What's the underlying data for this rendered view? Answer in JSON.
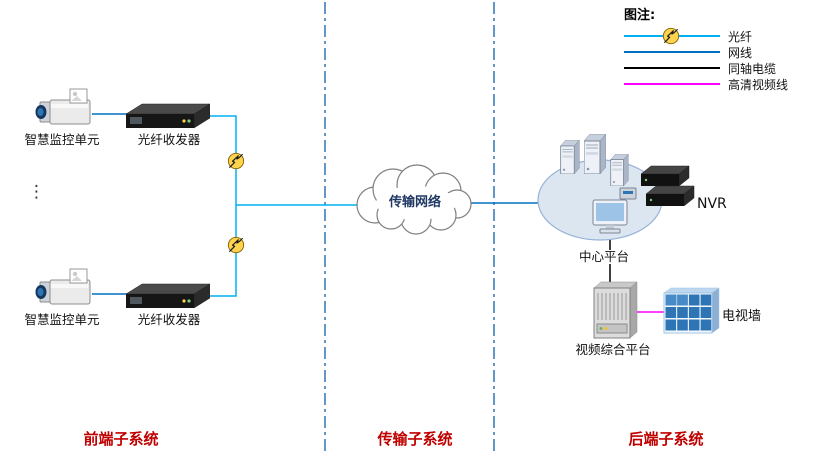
{
  "legend": {
    "title": "图注:",
    "items": [
      {
        "label": "光纤",
        "color": "#00b0f0",
        "icon": "lightning-circle-icon"
      },
      {
        "label": "网线",
        "color": "#0070c0"
      },
      {
        "label": "同轴电缆",
        "color": "#000000"
      },
      {
        "label": "高清视频线",
        "color": "#ff00ff"
      }
    ]
  },
  "front_subsystem": {
    "camera_top_label": "智慧监控单元",
    "transceiver_top_label": "光纤收发器",
    "camera_bottom_label": "智慧监控单元",
    "transceiver_bottom_label": "光纤收发器",
    "ellipsis": "⋮"
  },
  "transmission_subsystem": {
    "cloud_label": "传输网络"
  },
  "backend_subsystem": {
    "center_platform_label": "中心平台",
    "nvr_label": "NVR",
    "video_platform_label": "视频综合平台",
    "tv_wall_label": "电视墙"
  },
  "section_labels": [
    {
      "label": "前端子系统"
    },
    {
      "label": "传输子系统"
    },
    {
      "label": "后端子系统"
    }
  ],
  "colors": {
    "fiber_line": "#00b0f0",
    "network_line": "#0070c0",
    "coax_line": "#000000",
    "hd_video_line": "#ff00ff",
    "divider": "#2e75b6",
    "section_label": "#c00000"
  }
}
